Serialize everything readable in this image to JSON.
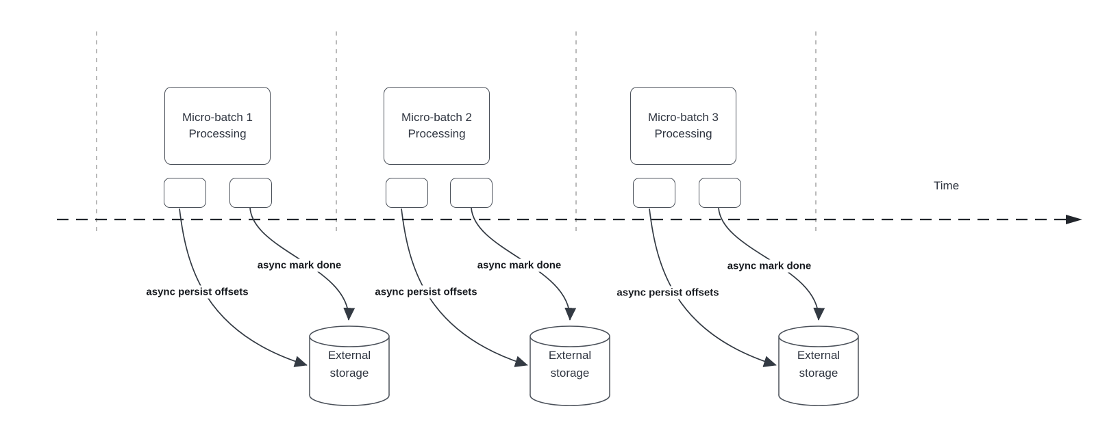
{
  "time_axis": {
    "label": "Time"
  },
  "colors": {
    "shape_stroke": "#4a5059",
    "edge_stroke": "#333a43",
    "gridline": "#a8a8a8",
    "axis": "#22262c",
    "text": "#2f3540",
    "edge_label_text": "#16191e",
    "background": "#ffffff"
  },
  "groups": [
    {
      "title": "Micro-batch 1 Processing",
      "persist_label": "async persist offsets",
      "mark_label": "async mark done",
      "storage_label": "External storage"
    },
    {
      "title": "Micro-batch 2 Processing",
      "persist_label": "async persist offsets",
      "mark_label": "async mark done",
      "storage_label": "External storage"
    },
    {
      "title": "Micro-batch 3 Processing",
      "persist_label": "async persist offsets",
      "mark_label": "async mark done",
      "storage_label": "External storage"
    }
  ]
}
